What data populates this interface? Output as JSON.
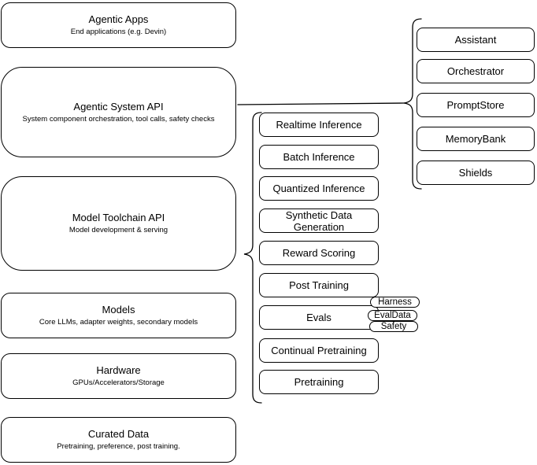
{
  "diagram": {
    "layers": [
      {
        "title": "Agentic Apps",
        "subtitle": "End applications (e.g. Devin)"
      },
      {
        "title": "Agentic System API",
        "subtitle": "System component orchestration, tool calls, safety checks"
      },
      {
        "title": "Model Toolchain API",
        "subtitle": "Model development & serving"
      },
      {
        "title": "Models",
        "subtitle": "Core LLMs, adapter weights, secondary models"
      },
      {
        "title": "Hardware",
        "subtitle": "GPUs/Accelerators/Storage"
      },
      {
        "title": "Curated Data",
        "subtitle": "Pretraining, preference, post training."
      }
    ],
    "toolchain_components": [
      "Realtime Inference",
      "Batch Inference",
      "Quantized Inference",
      "Synthetic Data Generation",
      "Reward Scoring",
      "Post Training",
      "Evals",
      "Continual Pretraining",
      "Pretraining"
    ],
    "eval_tags": [
      "Harness",
      "EvalData",
      "Safety"
    ],
    "system_components": [
      "Assistant",
      "Orchestrator",
      "PromptStore",
      "MemoryBank",
      "Shields"
    ],
    "colors": {
      "stroke": "#000000",
      "background": "#ffffff"
    }
  }
}
